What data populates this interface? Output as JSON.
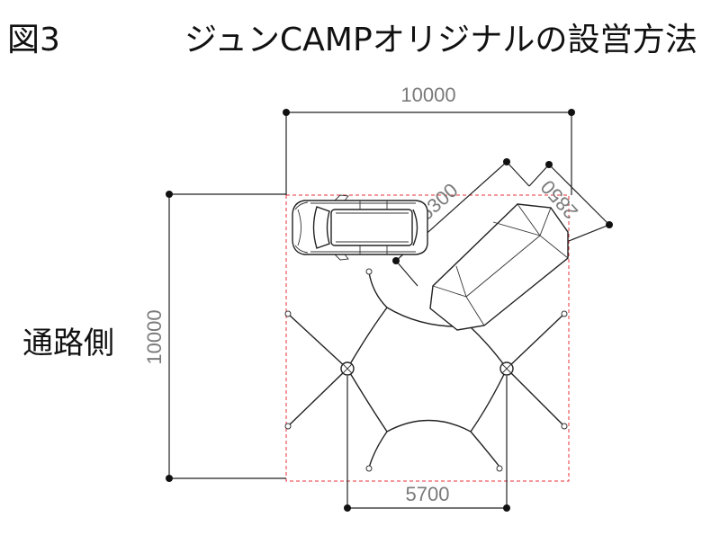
{
  "figure_label": "図3",
  "title": "ジュンCAMPオリジナルの設営方法",
  "side_label": "通路側",
  "dimensions": {
    "top": "10000",
    "left": "10000",
    "bottom": "5700",
    "car_to_tent": "6300",
    "tent_width": "2850"
  },
  "colors": {
    "layout_boundary": "#e8303a",
    "dimension_text": "#7a7a7a",
    "line": "#222222"
  }
}
